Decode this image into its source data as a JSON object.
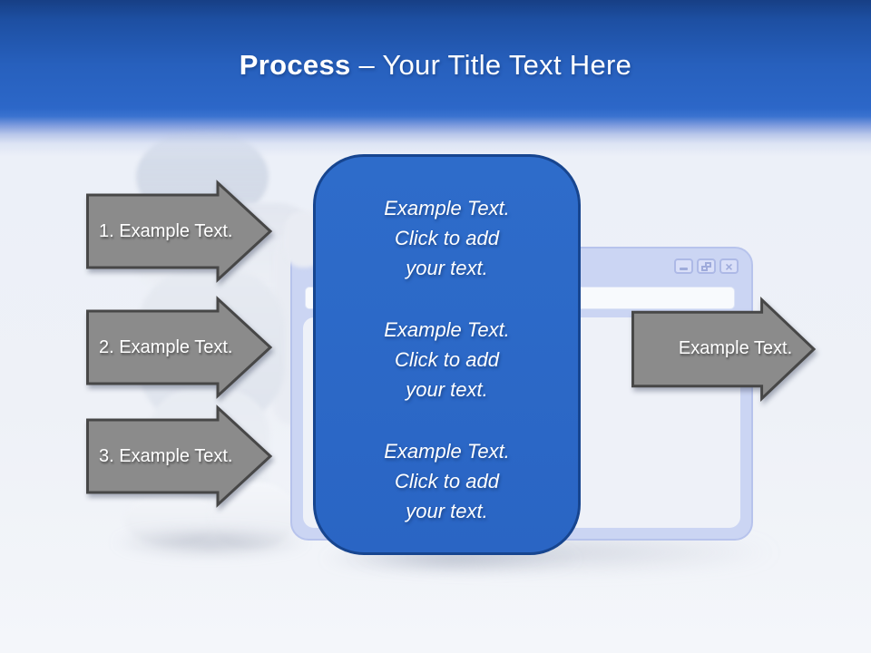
{
  "slide": {
    "title": {
      "bold": "Process",
      "separator": " – ",
      "rest": "Your Title Text Here"
    }
  },
  "left_arrows": [
    {
      "label": "1. Example Text."
    },
    {
      "label": "2. Example Text."
    },
    {
      "label": "3. Example Text."
    }
  ],
  "right_arrow": {
    "label": "Example Text."
  },
  "center_box": {
    "blocks": [
      {
        "lines": [
          "Example Text.",
          "Click  to add",
          "your text."
        ]
      },
      {
        "lines": [
          "Example Text.",
          "Click  to add",
          "your text."
        ]
      },
      {
        "lines": [
          "Example Text.",
          "Click  to add",
          "your text."
        ]
      }
    ]
  },
  "window": {
    "buttons": [
      "minimize",
      "restore",
      "close"
    ],
    "close_glyph": "×"
  },
  "colors": {
    "header_blue_top": "#173f85",
    "header_blue": "#2c67c8",
    "box_fill": "#2b67c6",
    "box_border": "#17458f",
    "arrow_fill": "#8b8b8b",
    "arrow_border": "#474747",
    "window_chrome": "#cbd5f3",
    "window_content": "#eef1f8",
    "text_white": "#ffffff"
  }
}
